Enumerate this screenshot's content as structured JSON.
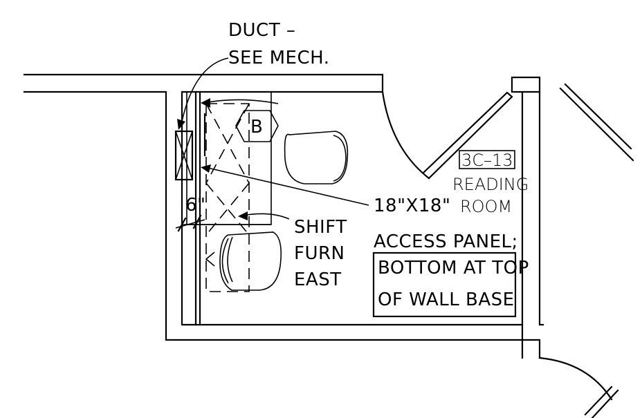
{
  "labels": {
    "duct_line1": "DUCT –",
    "duct_line2": "SEE MECH.",
    "tag_b": "B",
    "dimension": "6\"",
    "panel_line1": "18\"X18\"",
    "panel_line2": "ACCESS PANEL;",
    "panel_box_line1": "BOTTOM AT TOP",
    "panel_box_line2": "OF WALL BASE",
    "shift_line1": "SHIFT",
    "shift_line2": "FURN",
    "shift_line3": "EAST",
    "room_number": "3C–13",
    "room_name_line1": "READING",
    "room_name_line2": "ROOM"
  }
}
